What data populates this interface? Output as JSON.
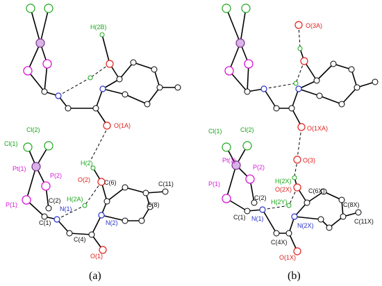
{
  "panels": [
    {
      "label": "(a)",
      "atom_labels": {
        "h2b": "H(2B)",
        "o1a": "O(1A)",
        "cl2": "Cl(2)",
        "cl1": "Cl(1)",
        "h2": "H(2)",
        "pt1": "Pt(1)",
        "p2": "P(2)",
        "o2": "O(2)",
        "c6": "C(6)",
        "c11": "C(11)",
        "c2": "C(2)",
        "p1": "P(1)",
        "h2a": "H(2A)",
        "n1": "N(1)",
        "c8": "C(8)",
        "n2": "N(2)",
        "c1": "C(1)",
        "c4": "C(4)",
        "o1": "O(1)"
      }
    },
    {
      "label": "(b)",
      "atom_labels": {
        "o3a": "O(3A)",
        "o1xa": "O(1XA)",
        "cl2": "Cl(2)",
        "cl1": "Cl(1)",
        "o3": "O(3)",
        "pt1": "Pt(1)",
        "p2": "P(2)",
        "h2x": "H(2X)",
        "p1": "P(1)",
        "o2x": "O(2X)",
        "c6x": "C(6X)",
        "c2": "C(2)",
        "h2y": "H(2Y)",
        "c8x": "C(8X)",
        "c1": "C(1)",
        "n1": "N(1)",
        "n2x": "N(2X)",
        "c11x": "C(11X)",
        "c4x": "C(4X)",
        "o1x": "O(1X)"
      }
    }
  ]
}
